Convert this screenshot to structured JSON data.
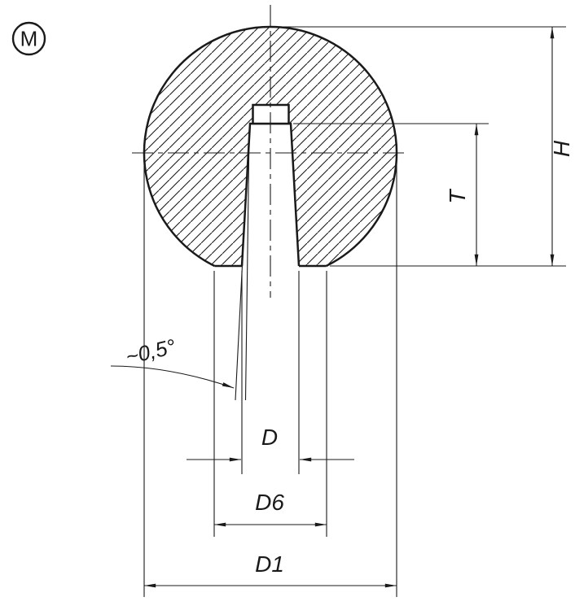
{
  "drawing": {
    "material_marker": "M",
    "labels": {
      "height": "H",
      "bore_depth": "T",
      "bore_diameter": "D",
      "flat_diameter": "D6",
      "ball_diameter": "D1",
      "taper_angle": "~0,5°"
    },
    "colors": {
      "ink": "#1a1a1a",
      "background": "#ffffff"
    }
  }
}
